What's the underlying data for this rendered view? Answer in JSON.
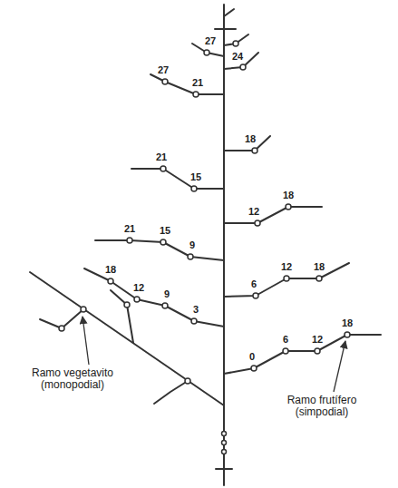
{
  "diagram": {
    "labels": [
      "27",
      "24",
      "21",
      "27",
      "18",
      "15",
      "21",
      "12",
      "18",
      "9",
      "15",
      "21",
      "3",
      "9",
      "12",
      "18",
      "6",
      "12",
      "18",
      "0",
      "6",
      "12",
      "18",
      "Ramo vegetavito (monopodial)",
      "Ramo frutífero (simpodial)"
    ]
  }
}
